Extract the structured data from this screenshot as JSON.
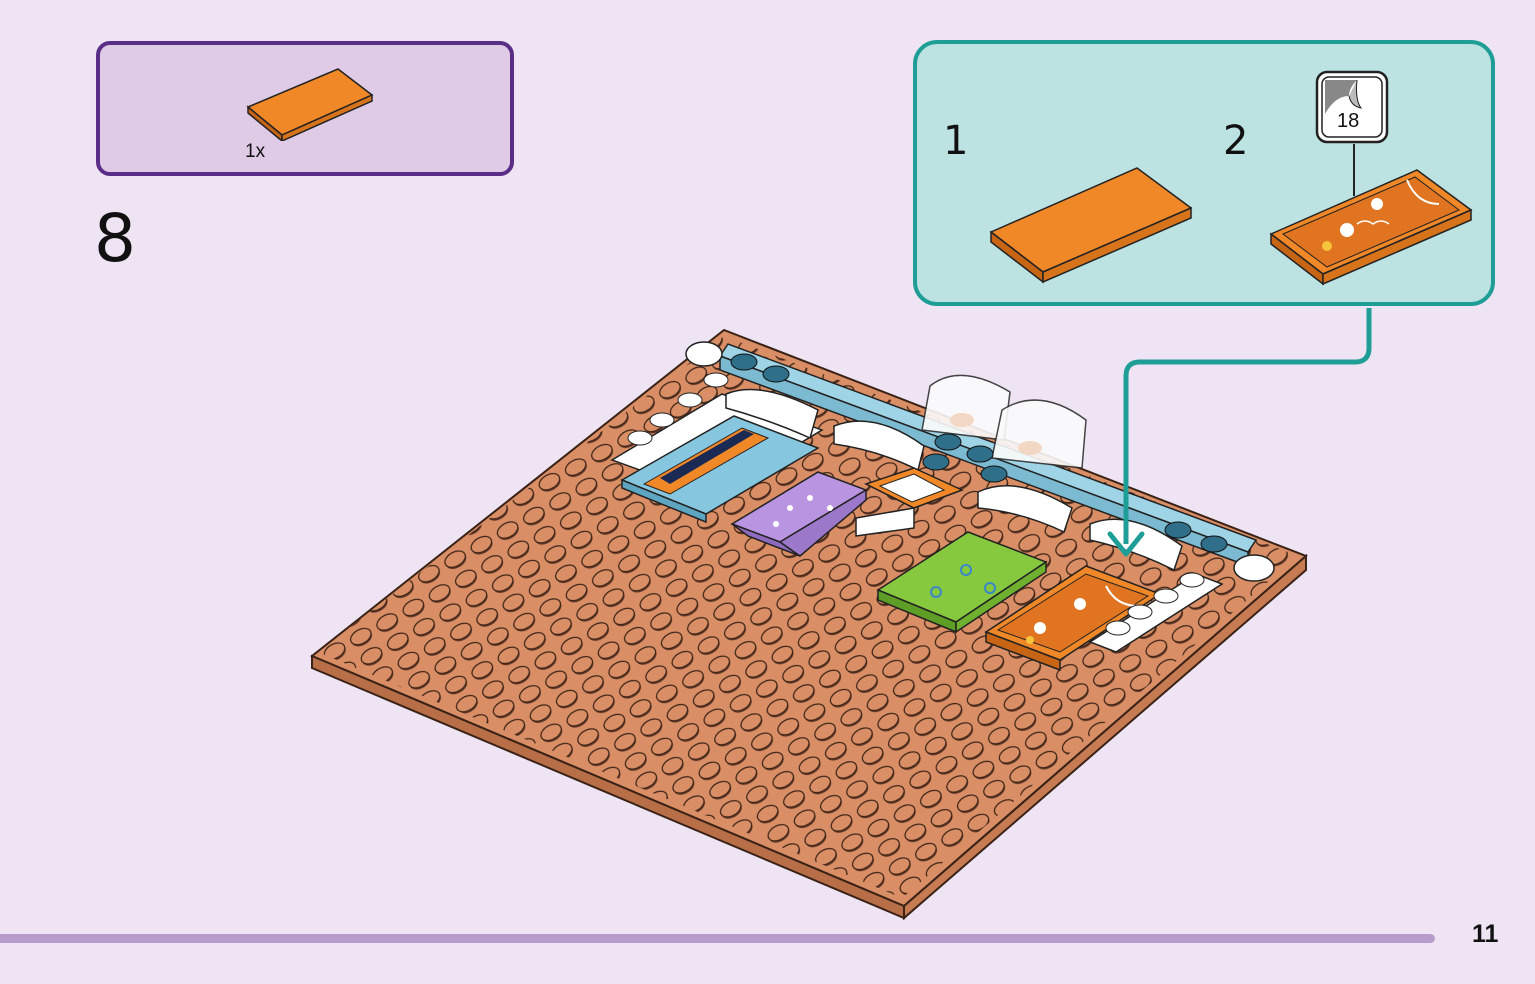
{
  "parts": {
    "quantity": "1x",
    "item": "orange-tile-icon"
  },
  "step": {
    "number": "8"
  },
  "sub_steps": [
    {
      "label": "1",
      "item": "orange-tile-icon"
    },
    {
      "label": "2",
      "item": "decorated-tile-icon",
      "sticker_number": "18"
    }
  ],
  "page": {
    "number": "11"
  },
  "colors": {
    "baseplate": "#d98e65",
    "parts_frame": "#5a2d86",
    "substep_frame": "#1f9e97",
    "tile": "#f08828",
    "footer_bar": "#b79ccb"
  }
}
